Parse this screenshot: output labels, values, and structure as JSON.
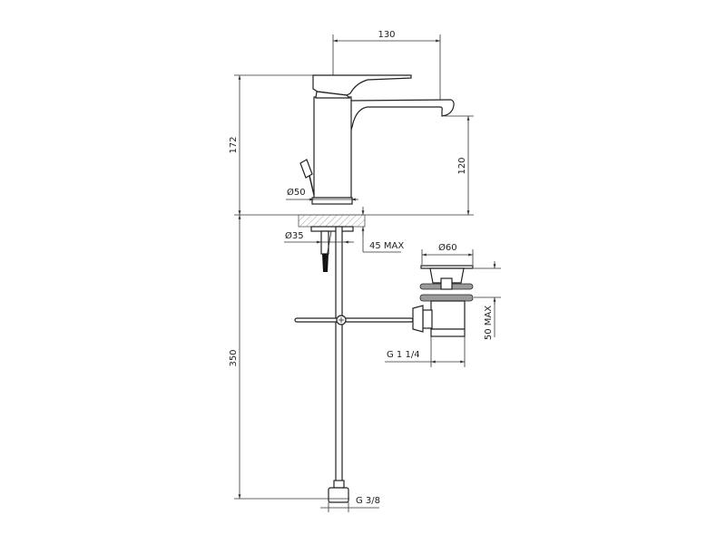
{
  "dimensions": {
    "spout_reach": "130",
    "total_height": "172",
    "spout_height": "120",
    "body_diameter": "Ø50",
    "shank_diameter": "Ø35",
    "max_deck_thickness": "45 MAX",
    "supply_length": "350",
    "supply_thread": "G 3/8",
    "drain_diameter": "Ø60",
    "drain_max_thickness": "50 MAX",
    "drain_thread": "G 1 1/4"
  },
  "colors": {
    "line": "#222222",
    "washer": "#9a9a9a"
  }
}
